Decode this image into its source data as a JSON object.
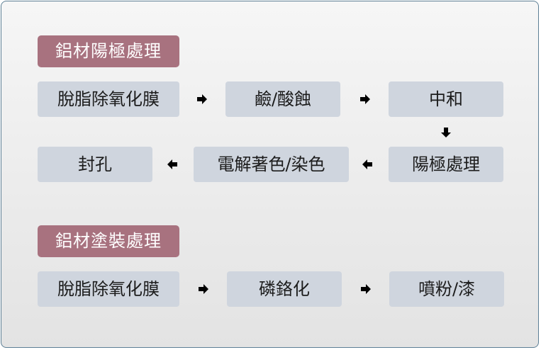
{
  "sections": [
    {
      "title": "鋁材陽極處理",
      "row1": [
        "脫脂除氧化膜",
        "鹼/酸蝕",
        "中和"
      ],
      "row2": [
        "封孔",
        "電解著色/染色",
        "陽極處理"
      ]
    },
    {
      "title": "鋁材塗裝處理",
      "row1": [
        "脫脂除氧化膜",
        "磷鉻化",
        "噴粉/漆"
      ]
    }
  ],
  "arrows": [
    "arrow-right-icon",
    "arrow-down-icon",
    "arrow-left-icon"
  ]
}
